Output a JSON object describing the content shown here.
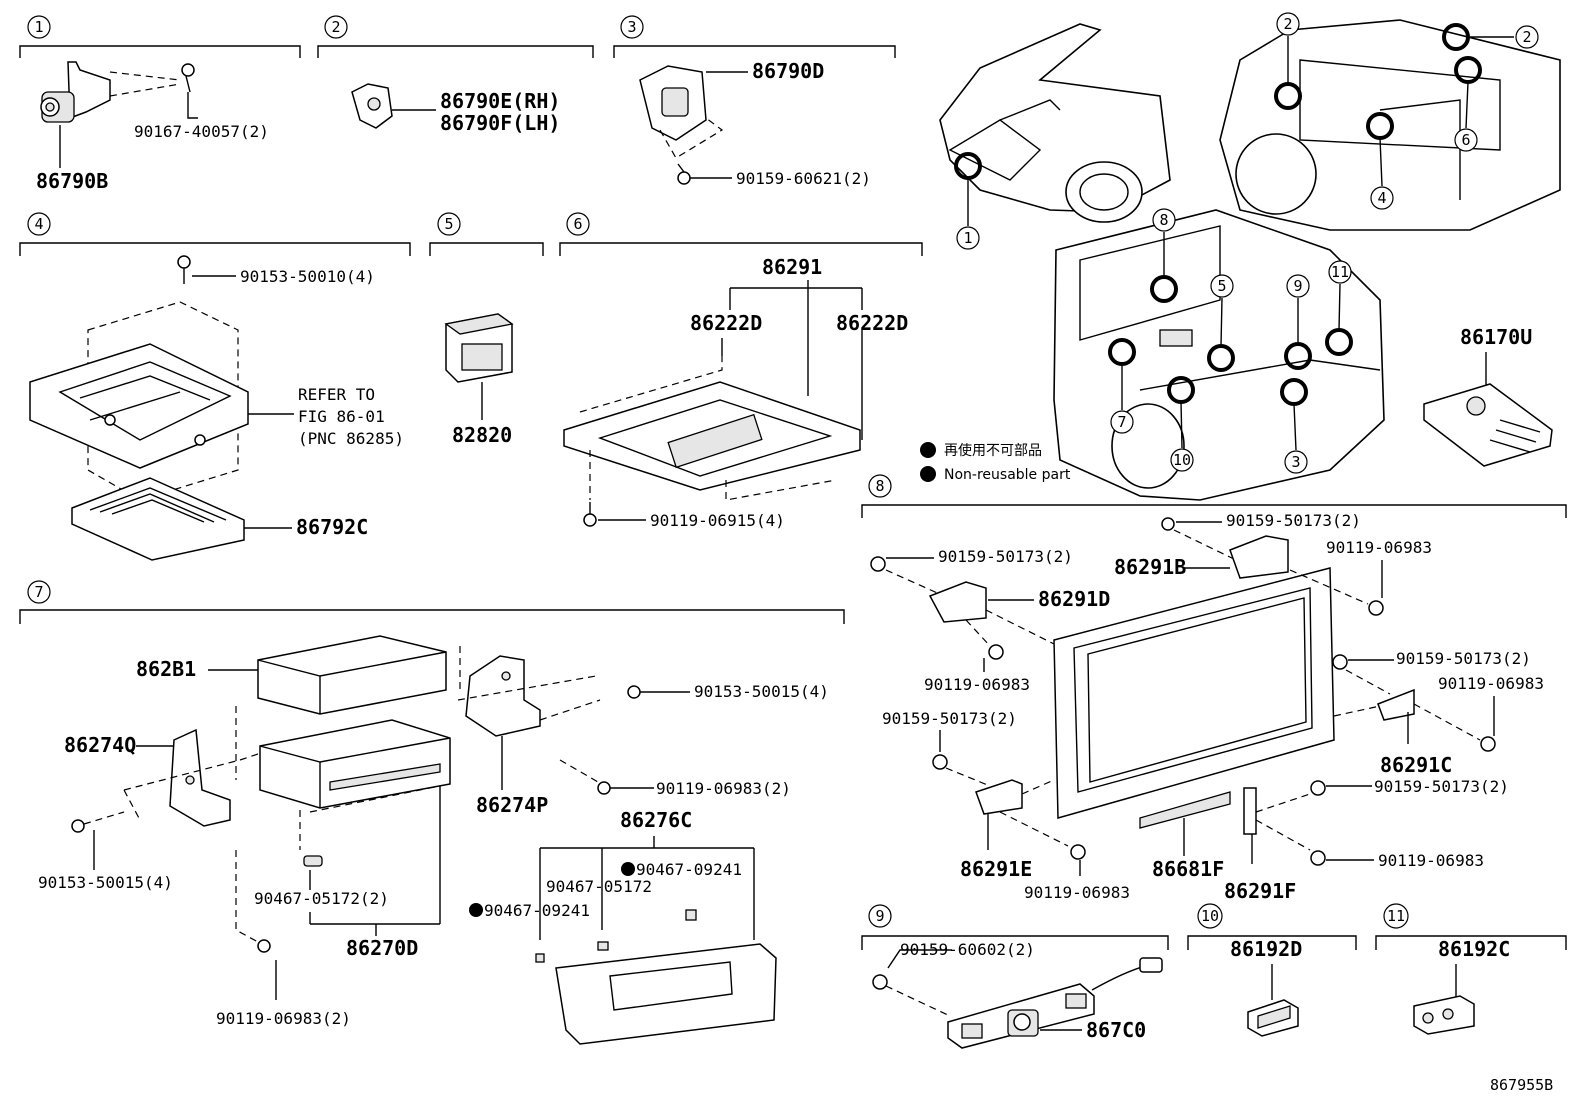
{
  "sections": [
    {
      "num": "1",
      "parts": [
        "86790B",
        "90167-40057(2)"
      ]
    },
    {
      "num": "2",
      "parts": [
        "86790E(RH)",
        "86790F(LH)"
      ]
    },
    {
      "num": "3",
      "parts": [
        "86790D",
        "90159-60621(2)"
      ]
    },
    {
      "num": "4",
      "parts": [
        "90153-50010(4)",
        "86792C"
      ],
      "refer": [
        "REFER TO",
        "FIG 86-01",
        "(PNC 86285)"
      ]
    },
    {
      "num": "5",
      "parts": [
        "82820"
      ]
    },
    {
      "num": "6",
      "parts": [
        "86291",
        "86222D",
        "86222D",
        "90119-06915(4)"
      ]
    },
    {
      "num": "7",
      "parts": [
        "862B1",
        "90153-50015(4)",
        "86274Q",
        "90119-06983(2)",
        "86274P",
        "86276C",
        "90467-09241",
        "90467-05172",
        "90467-09241",
        "90153-50015(4)",
        "90467-05172(2)",
        "86270D",
        "90119-06983(2)"
      ]
    },
    {
      "num": "8",
      "parts": [
        "90159-50173(2)",
        "86291B",
        "90119-06983",
        "90159-50173(2)",
        "86291D",
        "90159-50173(2)",
        "90119-06983",
        "90119-06983",
        "90159-50173(2)",
        "86291C",
        "90159-50173(2)",
        "86291E",
        "86681F",
        "86291F",
        "90119-06983",
        "90119-06983"
      ]
    },
    {
      "num": "9",
      "parts": [
        "90159-60602(2)",
        "867C0"
      ]
    },
    {
      "num": "10",
      "parts": [
        "86192D"
      ]
    },
    {
      "num": "11",
      "parts": [
        "86192C"
      ]
    }
  ],
  "standalone": [
    "86170U"
  ],
  "vehicle_callouts": [
    "1",
    "2",
    "2",
    "6",
    "4",
    "8",
    "5",
    "9",
    "11",
    "7",
    "10",
    "3"
  ],
  "legend": [
    {
      "symbol": "●",
      "text": "再使用不可部品"
    },
    {
      "symbol": "●",
      "text": "Non-reusable part"
    }
  ],
  "figure_code": "867955B"
}
